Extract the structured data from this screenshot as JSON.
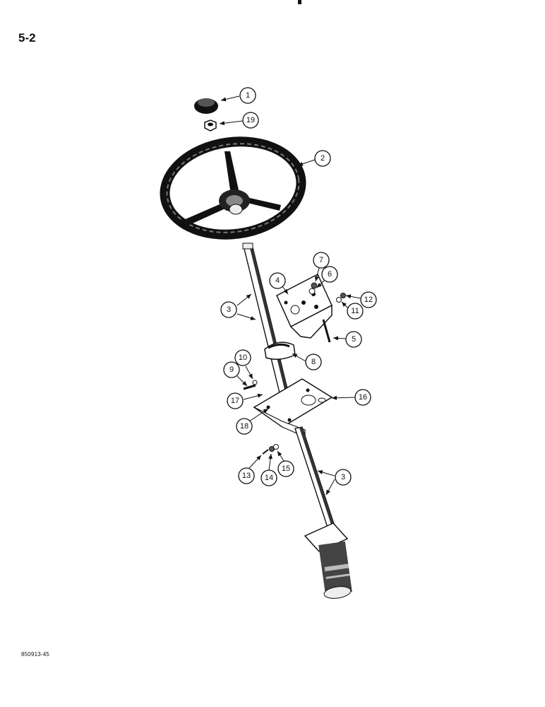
{
  "page": {
    "number": "5-2",
    "drawing_code": "850913-45"
  },
  "callouts": [
    "1",
    "19",
    "2",
    "7",
    "6",
    "4",
    "12",
    "11",
    "3",
    "5",
    "8",
    "10",
    "9",
    "17",
    "16",
    "18",
    "13",
    "14",
    "15",
    "3"
  ]
}
